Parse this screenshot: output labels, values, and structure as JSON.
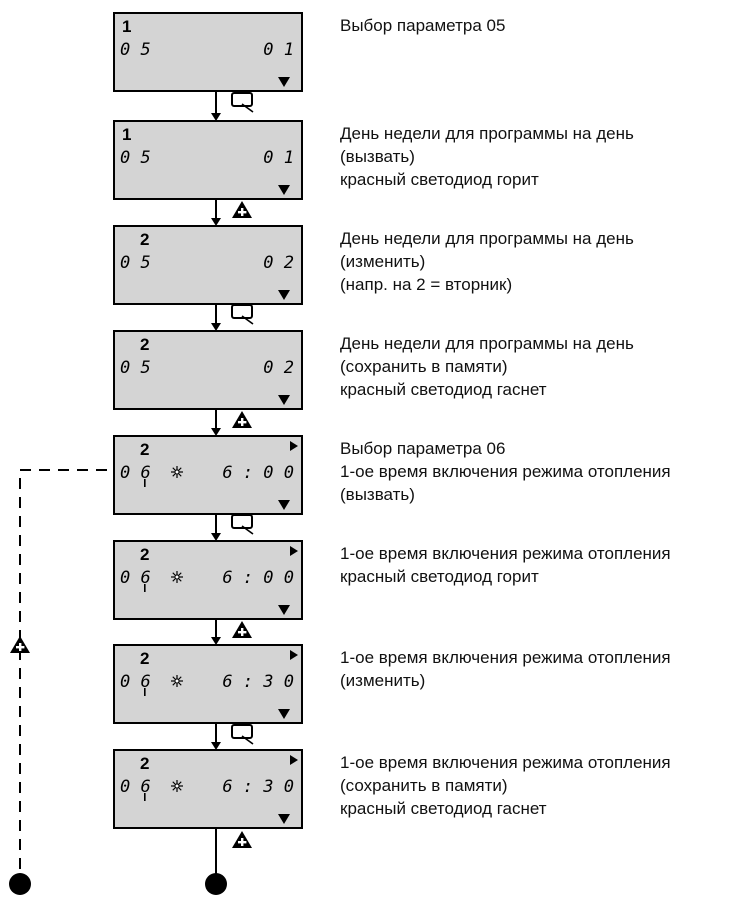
{
  "steps": [
    {
      "display": {
        "top": "1",
        "left": "05",
        "right": "01",
        "sun": false,
        "arrow": false
      },
      "lines": [
        "Выбор параметра 05"
      ],
      "action_after": "ok"
    },
    {
      "display": {
        "top": "1",
        "left": "05",
        "right": "01",
        "sun": false,
        "arrow": false
      },
      "lines": [
        "День недели для программы на день",
        "(вызвать)",
        "красный светодиод горит"
      ],
      "action_after": "plus"
    },
    {
      "display": {
        "top": "2",
        "left": "05",
        "right": "02",
        "sun": false,
        "arrow": false
      },
      "lines": [
        "День недели для программы на день",
        "(изменить)",
        "(напр. на 2 = вторник)"
      ],
      "action_after": "ok"
    },
    {
      "display": {
        "top": "2",
        "left": "05",
        "right": "02",
        "sun": false,
        "arrow": false
      },
      "lines": [
        "День недели для программы на день",
        "(сохранить в памяти)",
        "красный светодиод гаснет"
      ],
      "action_after": "plus"
    },
    {
      "display": {
        "top": "2",
        "left": "06",
        "right": "6:00",
        "sun": true,
        "arrow": true
      },
      "lines": [
        "Выбор параметра 06",
        "1-ое время включения режима отопления",
        "(вызвать)"
      ],
      "action_after": "ok"
    },
    {
      "display": {
        "top": "2",
        "left": "06",
        "right": "6:00",
        "sun": true,
        "arrow": true
      },
      "lines": [
        "1-ое время включения режима отопления",
        "красный светодиод горит"
      ],
      "action_after": "plus"
    },
    {
      "display": {
        "top": "2",
        "left": "06",
        "right": "6:30",
        "sun": true,
        "arrow": true
      },
      "lines": [
        "1-ое время включения режима отопления",
        "(изменить)"
      ],
      "action_after": "ok"
    },
    {
      "display": {
        "top": "2",
        "left": "06",
        "right": "6:30",
        "sun": true,
        "arrow": true
      },
      "lines": [
        "1-ое время включения режима отопления",
        "(сохранить в памяти)",
        "красный светодиод гаснет"
      ],
      "action_after": "plus"
    }
  ],
  "colors": {
    "lcd_fill": "#d4d4d4",
    "line": "#000000",
    "text": "#111111"
  },
  "icons": {
    "ok": "ok-button-icon",
    "plus": "plus-button-icon",
    "sun": "sun-icon"
  }
}
